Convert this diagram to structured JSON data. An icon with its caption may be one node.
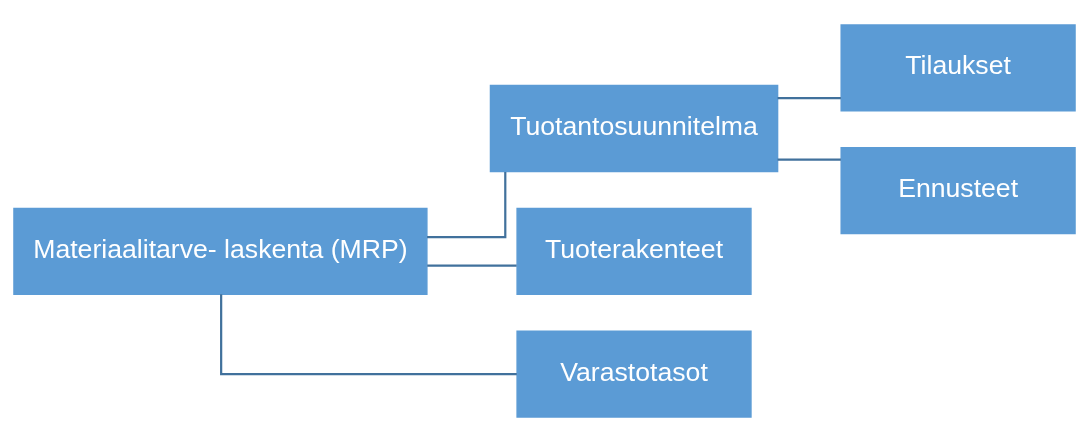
{
  "diagram": {
    "nodes": [
      {
        "text": [
          "Materiaalitarve- laskenta (MRP)"
        ]
      },
      {
        "text": [
          "Tuotantosuunnitelma"
        ]
      },
      {
        "text": [
          "Tuoterakenteet"
        ]
      },
      {
        "text": [
          "Varastotasot"
        ]
      },
      {
        "text": [
          "Tilaukset"
        ]
      },
      {
        "text": [
          "Ennusteet"
        ]
      }
    ],
    "edges": [
      {
        "from": 0,
        "to": 1,
        "arrow": "none"
      },
      {
        "from": 0,
        "to": 2,
        "arrow": "none"
      },
      {
        "from": 0,
        "to": 3,
        "arrow": "none"
      },
      {
        "from": 1,
        "to": 4,
        "arrow": "none"
      },
      {
        "from": 1,
        "to": 5,
        "arrow": "none"
      }
    ]
  }
}
